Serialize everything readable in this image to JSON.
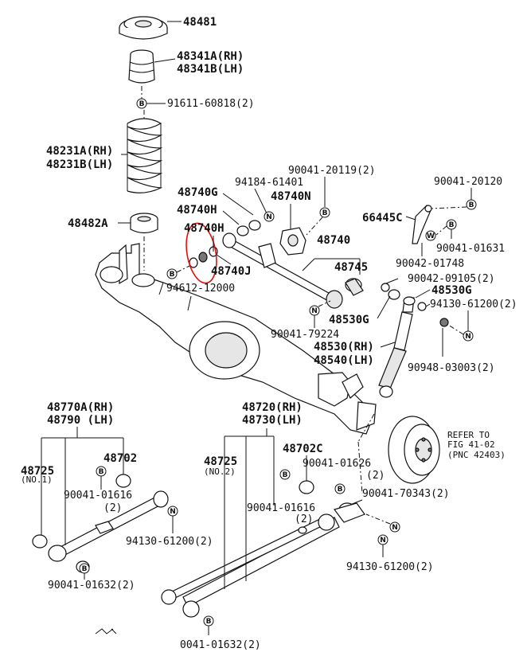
{
  "labels": {
    "p48481": "48481",
    "p48341a": "48341A(RH)",
    "p48341b": "48341B(LH)",
    "p91611": "91611-60818(2)",
    "p48231a": "48231A(RH)",
    "p48231b": "48231B(LH)",
    "p48482a": "48482A",
    "p48740g": "48740G",
    "p94184": "94184-61401",
    "p48740n": "48740N",
    "p90041_20119": "90041-20119(2)",
    "p90041_20120": "90041-20120",
    "p48740h_1": "48740H",
    "p48740h_2": "48740H",
    "p48740j": "48740J",
    "p94612": "94612-12000",
    "p66445c": "66445C",
    "p48740": "48740",
    "p48745": "48745",
    "p90041_01631": "90041-01631",
    "p90042_01748": "90042-01748",
    "p90042_09105": "90042-09105(2)",
    "p48530g_1": "48530G",
    "p94130_top": "94130-61200(2)",
    "p48530g_2": "48530G",
    "p90041_79224": "90041-79224",
    "p48530": "48530(RH)",
    "p48540": "48540(LH)",
    "p90948": "90948-03003(2)",
    "p48770a": "48770A(RH)",
    "p48790": "48790 (LH)",
    "p48720": "48720(RH)",
    "p48730": "48730(LH)",
    "p48725_1": "48725",
    "p48725_1b": "(NO.1)",
    "p48702_1": "48702",
    "p90041_01616_1": "90041-01616",
    "p90041_01616_1b": "(2)",
    "p48725_2": "48725",
    "p48725_2b": "(NO.2)",
    "p48702c": "48702C",
    "p90041_01626": "90041-01626",
    "p90041_01626b": "(2)",
    "p90041_01616_2": "90041-01616",
    "p90041_01616_2b": "(2)",
    "p90041_70343": "90041-70343(2)",
    "p94130_mid": "94130-61200(2)",
    "p90041_01632_1": "90041-01632(2)",
    "p94130_bot": "94130-61200(2)",
    "p90041_01632_2": "0041-01632(2)",
    "p_refer1": "REFER TO",
    "p_refer2": "FIG 41-02",
    "p_refer3": "(PNC 42403)"
  },
  "markers": {
    "b": "B",
    "n": "N"
  },
  "colors": {
    "highlight": "#e01010",
    "ink": "#111111"
  }
}
